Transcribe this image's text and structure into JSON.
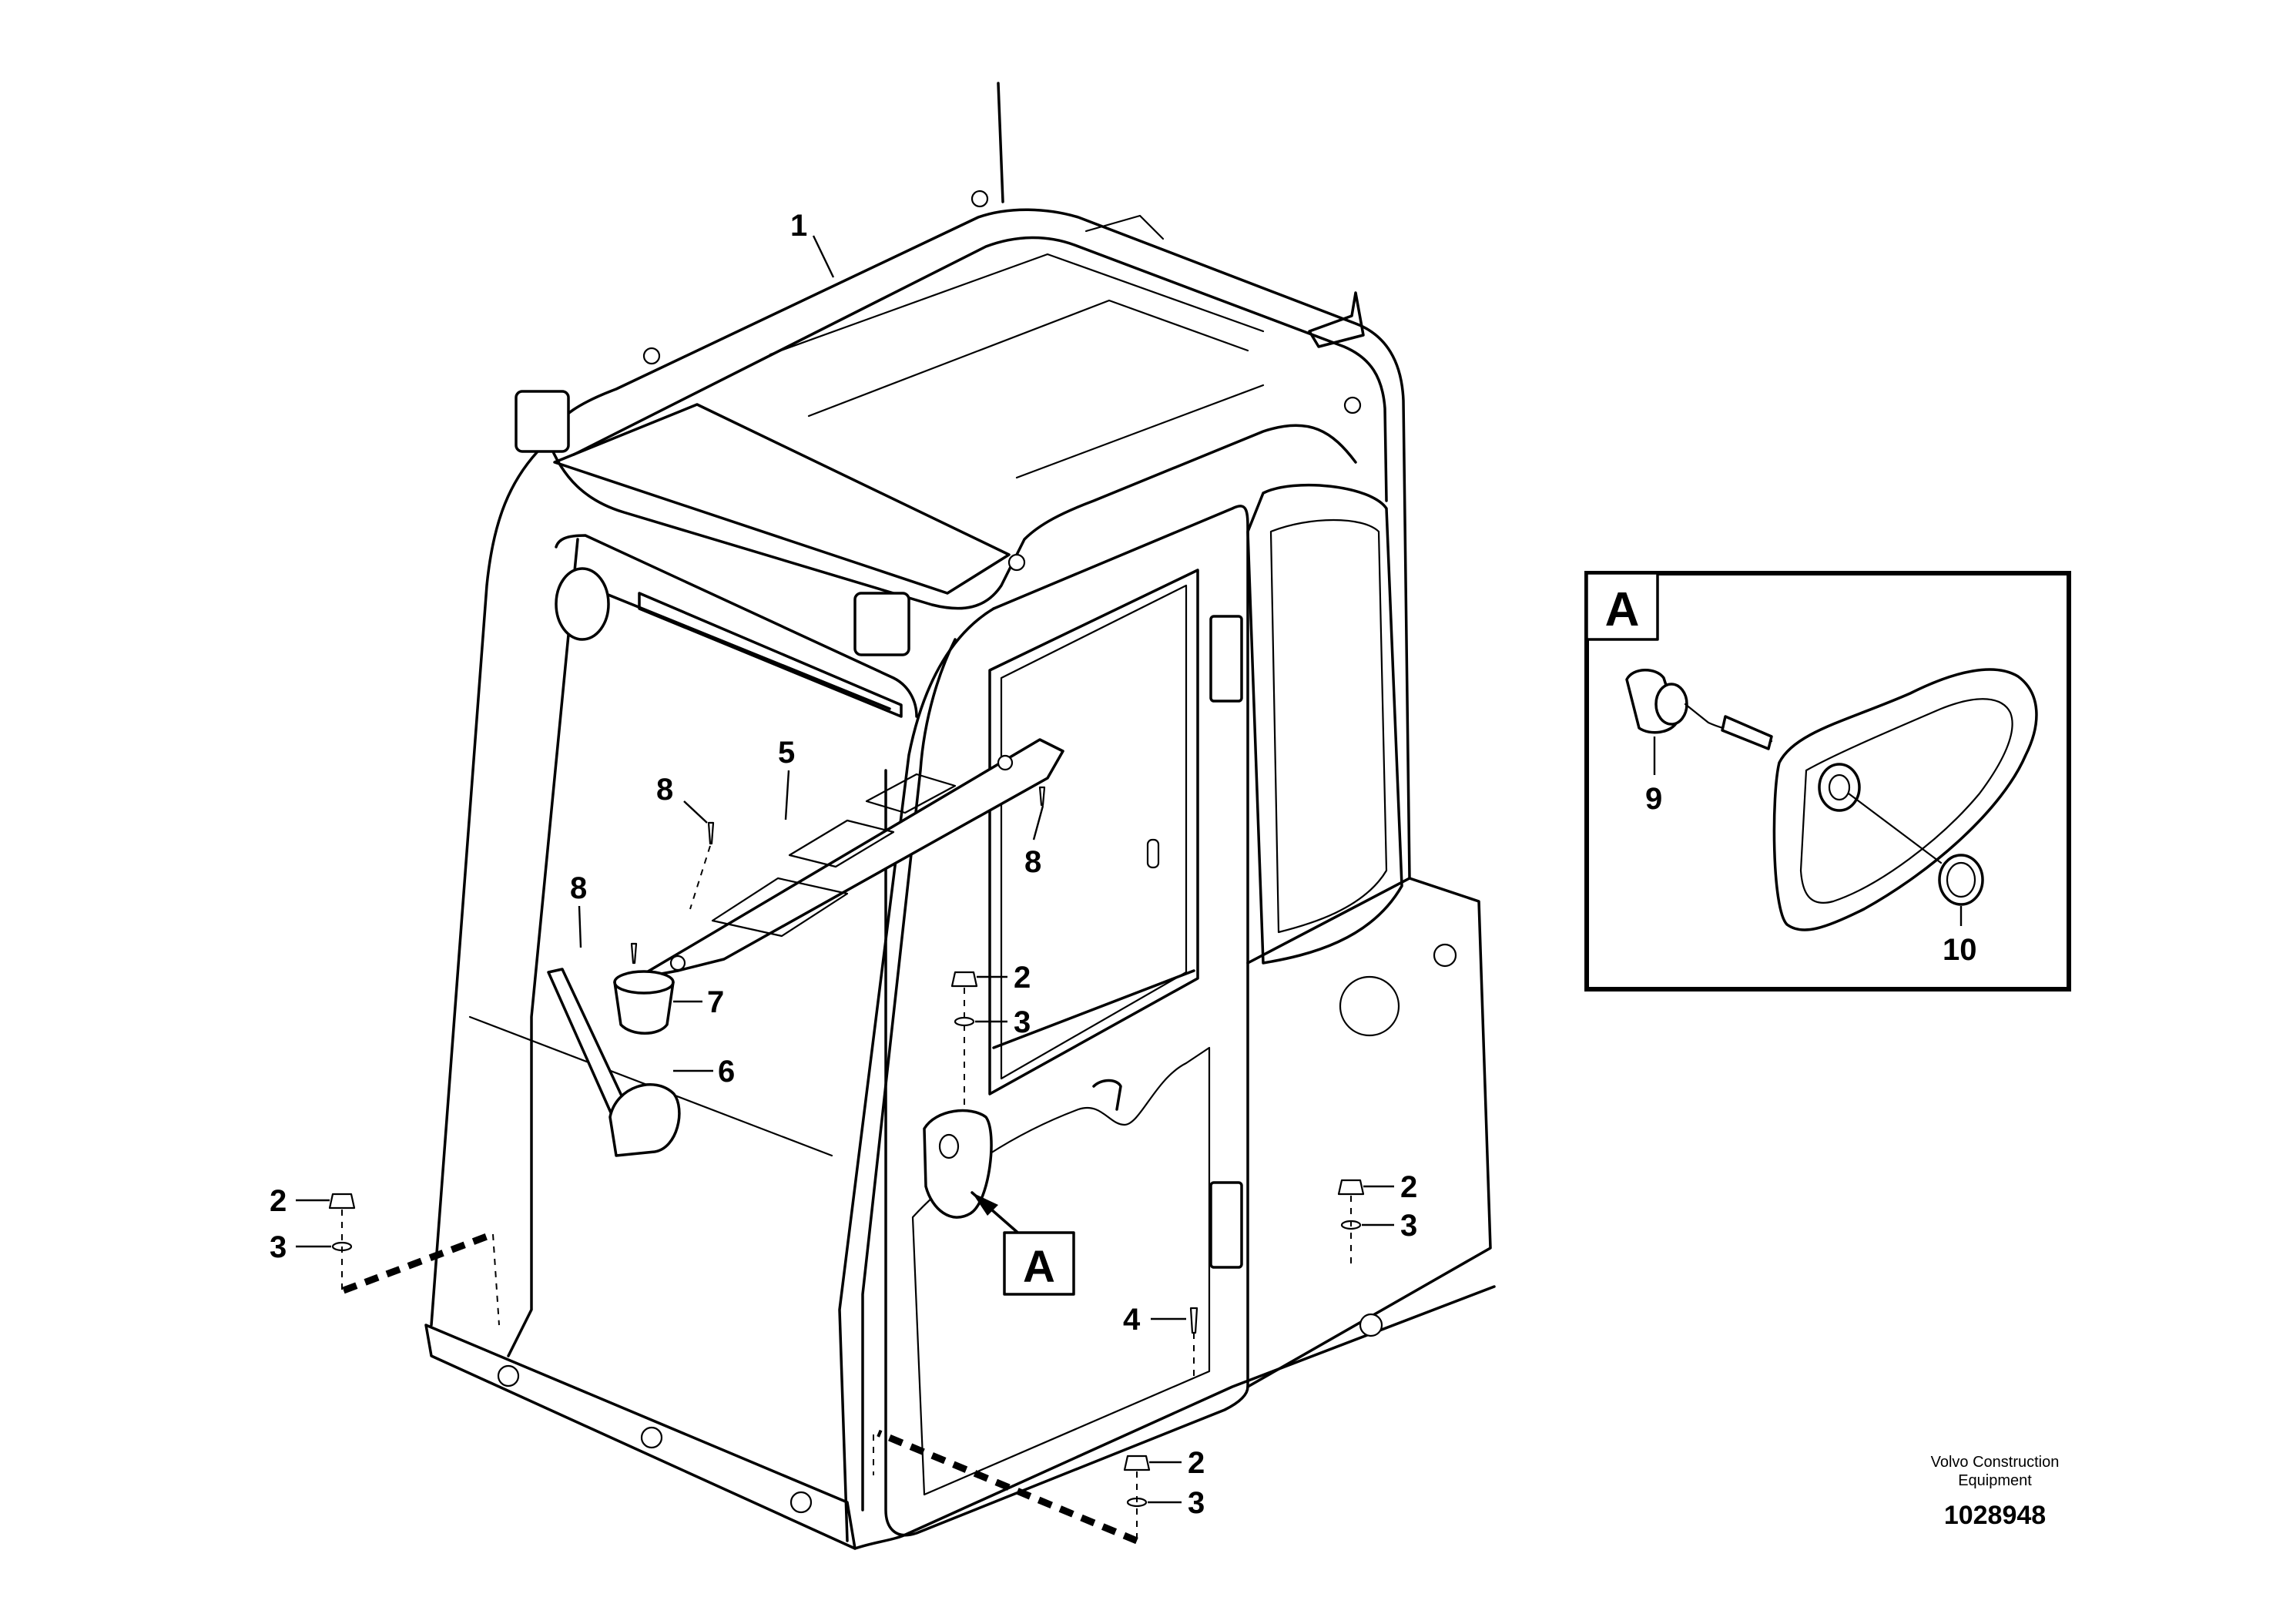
{
  "callouts": {
    "c1": "1",
    "c2a": "2",
    "c3a": "3",
    "c2b": "2",
    "c3b": "3",
    "c2c": "2",
    "c3c": "3",
    "c2d": "2",
    "c3d": "3",
    "c4": "4",
    "c5": "5",
    "c6": "6",
    "c7": "7",
    "c8a": "8",
    "c8b": "8",
    "c8c": "8",
    "c9": "9",
    "c10": "10"
  },
  "detail_view": {
    "label": "A",
    "pointer_label": "A"
  },
  "footer": {
    "company_line1": "Volvo Construction",
    "company_line2": "Equipment",
    "drawing_number": "1028948"
  }
}
